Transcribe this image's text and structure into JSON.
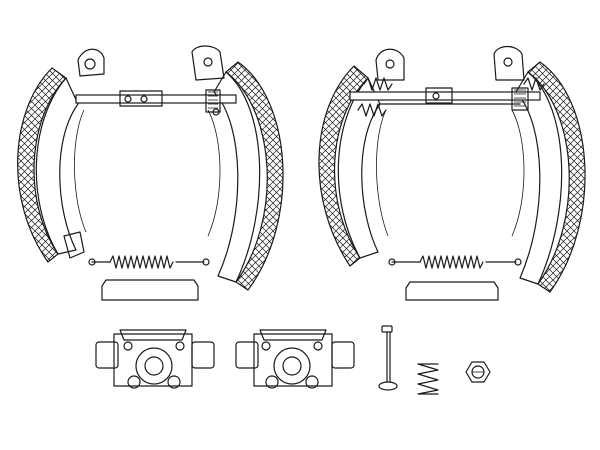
{
  "diagram": {
    "colors": {
      "line": "#1a1a1a",
      "background": "#ffffff"
    },
    "parts": [
      "brake-shoe-assembly-left",
      "brake-shoe-assembly-right",
      "wheel-cylinder-left",
      "wheel-cylinder-right",
      "hold-down-pin",
      "hold-down-spring",
      "hex-nut"
    ]
  }
}
